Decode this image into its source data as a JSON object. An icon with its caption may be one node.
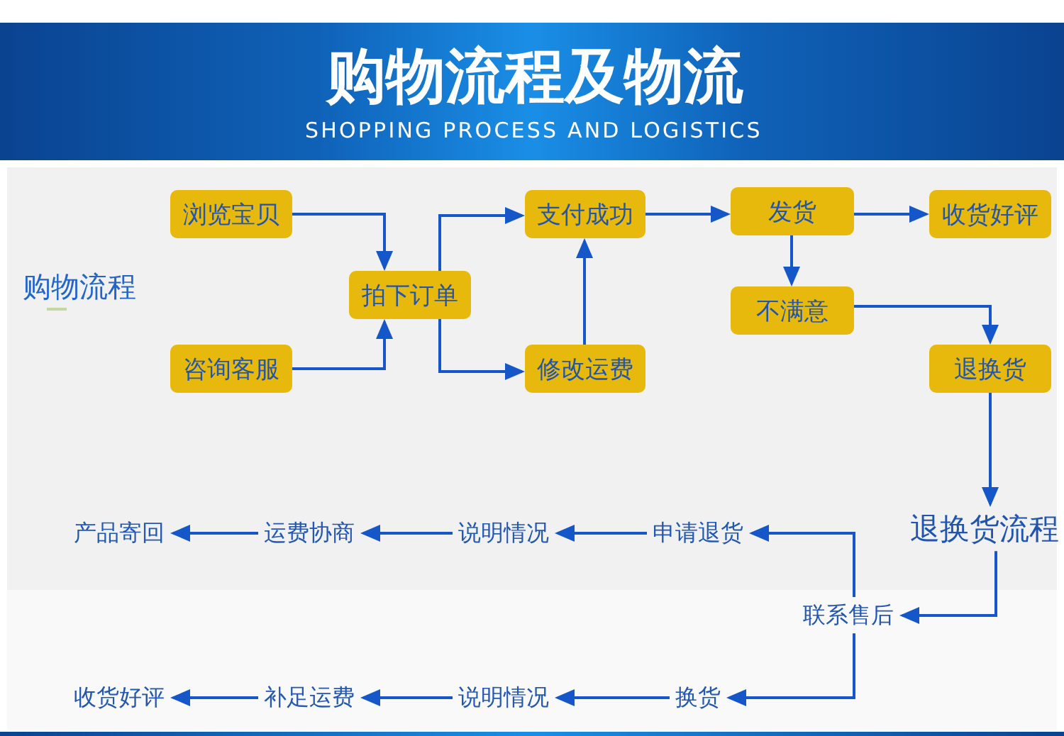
{
  "diagram": {
    "title": "购物流程及物流",
    "nodes": [
      {
        "text": [
          "浏览宝贝"
        ]
      },
      {
        "text": [
          "咨询客服"
        ]
      },
      {
        "text": [
          "拍下订单"
        ]
      },
      {
        "text": [
          "支付成功"
        ]
      },
      {
        "text": [
          "修改运费"
        ]
      },
      {
        "text": [
          "发货"
        ]
      },
      {
        "text": [
          "收货好评"
        ]
      },
      {
        "text": [
          "不满意"
        ]
      },
      {
        "text": [
          "退换货"
        ]
      },
      {
        "text": [
          "退换货流程"
        ]
      },
      {
        "text": [
          "联系售后"
        ]
      },
      {
        "text": [
          "申请退货"
        ]
      },
      {
        "text": [
          "说明情况"
        ]
      },
      {
        "text": [
          "运费协商"
        ]
      },
      {
        "text": [
          "产品寄回"
        ]
      },
      {
        "text": [
          "换货"
        ]
      },
      {
        "text": [
          "说明情况"
        ]
      },
      {
        "text": [
          "补足运费"
        ]
      },
      {
        "text": [
          "收货好评"
        ]
      }
    ],
    "edges": [
      {
        "from": 0,
        "to": 2,
        "arrow": "to"
      },
      {
        "from": 1,
        "to": 2,
        "arrow": "to"
      },
      {
        "from": 2,
        "to": 3,
        "arrow": "to"
      },
      {
        "from": 2,
        "to": 4,
        "arrow": "to"
      },
      {
        "from": 4,
        "to": 3,
        "arrow": "to"
      },
      {
        "from": 3,
        "to": 5,
        "arrow": "to"
      },
      {
        "from": 5,
        "to": 6,
        "arrow": "to"
      },
      {
        "from": 5,
        "to": 7,
        "arrow": "to"
      },
      {
        "from": 7,
        "to": 8,
        "arrow": "to"
      },
      {
        "from": 8,
        "to": 9,
        "arrow": "to"
      },
      {
        "from": 9,
        "to": 10,
        "arrow": "to"
      },
      {
        "from": 10,
        "to": 11,
        "arrow": "to"
      },
      {
        "from": 10,
        "to": 15,
        "arrow": "to"
      },
      {
        "from": 11,
        "to": 12,
        "arrow": "to"
      },
      {
        "from": 12,
        "to": 13,
        "arrow": "to"
      },
      {
        "from": 13,
        "to": 14,
        "arrow": "to"
      },
      {
        "from": 15,
        "to": 16,
        "arrow": "to"
      },
      {
        "from": 16,
        "to": 17,
        "arrow": "to"
      },
      {
        "from": 17,
        "to": 18,
        "arrow": "to"
      }
    ],
    "labels": [
      "SHOPPING PROCESS AND LOGISTICS",
      "购物流程"
    ]
  }
}
